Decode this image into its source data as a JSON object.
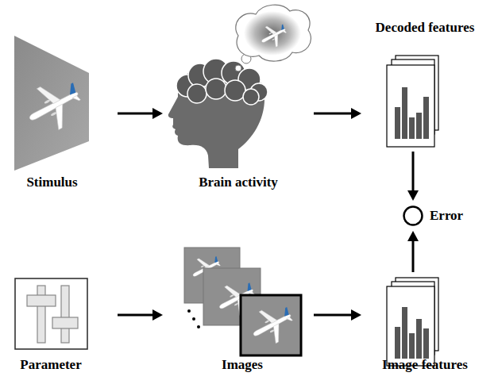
{
  "diagram": {
    "nodes": [
      {
        "text": [
          "Stimulus"
        ]
      },
      {
        "text": [
          "Brain activity"
        ]
      },
      {
        "text": [
          "Decoded features"
        ]
      },
      {
        "text": [
          "Error"
        ]
      },
      {
        "text": [
          "Parameter"
        ]
      },
      {
        "text": [
          "Images"
        ]
      },
      {
        "text": [
          "Image features"
        ]
      }
    ],
    "edges": [
      {
        "from": 0,
        "to": 1,
        "arrow": "to"
      },
      {
        "from": 1,
        "to": 2,
        "arrow": "to"
      },
      {
        "from": 2,
        "to": 3,
        "arrow": "to"
      },
      {
        "from": 4,
        "to": 5,
        "arrow": "to"
      },
      {
        "from": 5,
        "to": 6,
        "arrow": "to"
      },
      {
        "from": 6,
        "to": 3,
        "arrow": "to"
      }
    ]
  }
}
